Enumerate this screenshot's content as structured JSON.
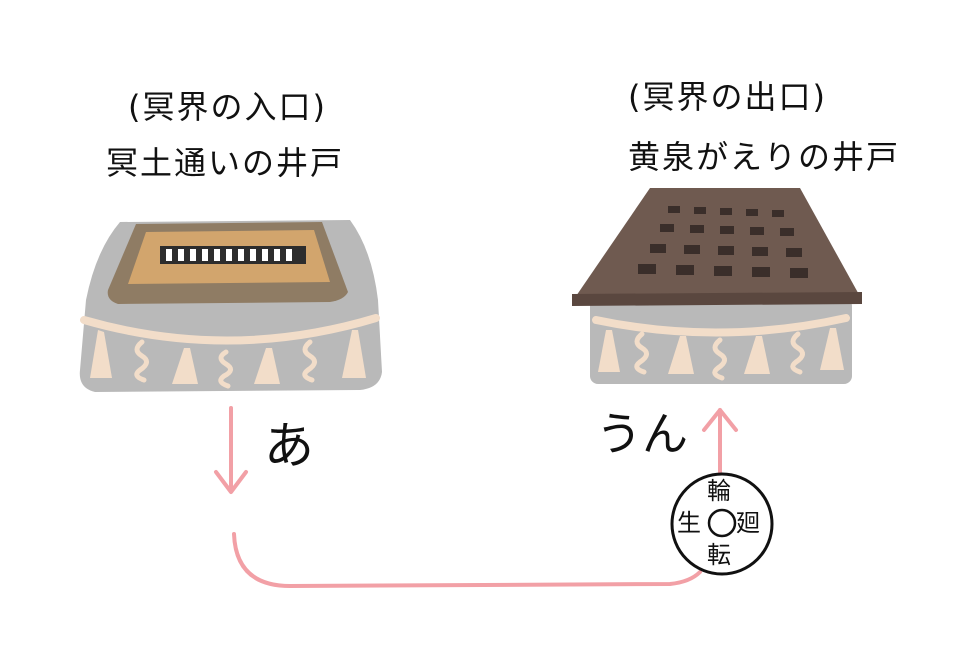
{
  "left_well": {
    "subtitle": "(冥界の入口)",
    "title": "冥土通いの井戸",
    "sound": "あ"
  },
  "right_well": {
    "subtitle": "(冥界の出口)",
    "title": "黄泉がえりの井戸",
    "sound": "うん"
  },
  "coin": {
    "top": "輪",
    "right": "廻",
    "bottom": "転",
    "left": "生"
  },
  "colors": {
    "stone": "#b9b9b9",
    "rope": "#f2ddc9",
    "lid_wood": "#d2a56d",
    "roof": "#6f5a50",
    "arrow": "#f2a0a6"
  }
}
